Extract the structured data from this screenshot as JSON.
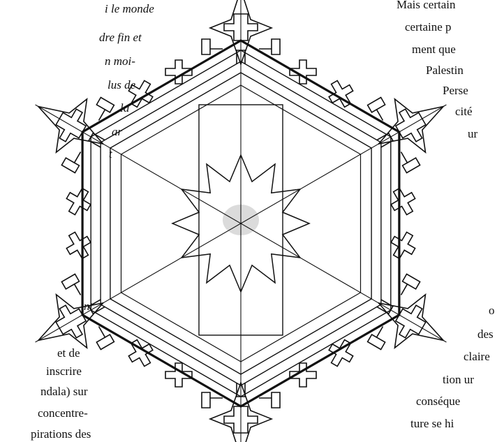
{
  "left_column": {
    "italic_lines": [
      "i le monde",
      "dre fin et",
      "n  moi-",
      "lus de",
      "la",
      "ar",
      "t"
    ],
    "italic_tail": [
      "nt"
    ],
    "roman_lines": [
      "et de",
      "inscrire",
      "ndala) sur",
      "concentre-",
      "pirations  des"
    ]
  },
  "right_column": {
    "top_lines": [
      "Mais certain",
      "certaine  p",
      "ment que",
      "Palestin",
      "Perse",
      "cité",
      "ur"
    ],
    "bottom_lines": [
      "o",
      "des",
      "claire",
      "tion  ur",
      "conséque",
      "ture  se  hi"
    ]
  },
  "figure": {
    "description": "mandala-ornament",
    "stroke_color": "#111111"
  }
}
